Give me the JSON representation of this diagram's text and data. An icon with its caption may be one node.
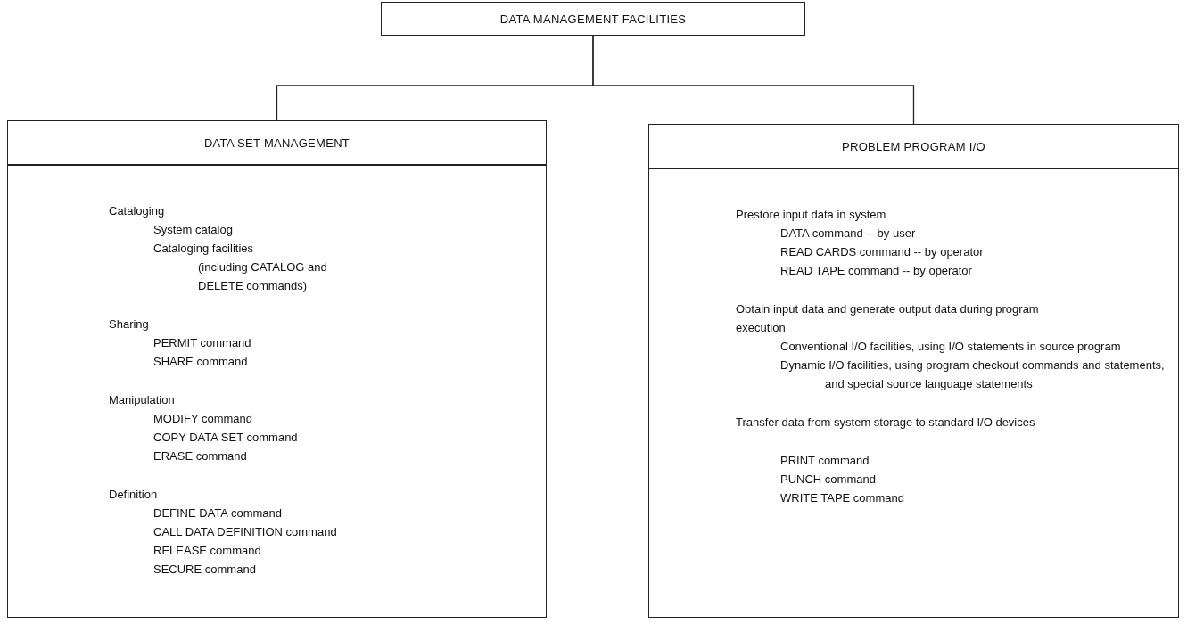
{
  "diagram": {
    "nodes": [
      {
        "text": [
          "DATA MANAGEMENT FACILITIES"
        ]
      },
      {
        "text": [
          "DATA SET MANAGEMENT",
          "Cataloging",
          "System catalog",
          "Cataloging facilities",
          "(including CATALOG and DELETE commands)",
          "Sharing",
          "PERMIT command",
          "SHARE command",
          "Manipulation",
          "MODIFY command",
          "COPY DATA SET command",
          "ERASE command",
          "Definition",
          "DEFINE DATA command",
          "CALL DATA DEFINITION command",
          "RELEASE command",
          "SECURE command"
        ]
      },
      {
        "text": [
          "PROBLEM PROGRAM I/O",
          "Prestore input data in system",
          "DATA command -- by user",
          "READ CARDS command -- by operator",
          "READ TAPE command -- by operator",
          "Obtain input data and generate output data during program execution",
          "Conventional I/O facilities, using I/O statements in source program",
          "Dynamic I/O facilities, using program checkout commands and statements, and special source language statements",
          "Transfer data from system storage to standard I/O devices",
          "PRINT command",
          "PUNCH command",
          "WRITE TAPE command"
        ]
      }
    ],
    "edges": [
      {
        "from": 0,
        "to": 1,
        "arrow": "none"
      },
      {
        "from": 0,
        "to": 2,
        "arrow": "none"
      }
    ]
  }
}
